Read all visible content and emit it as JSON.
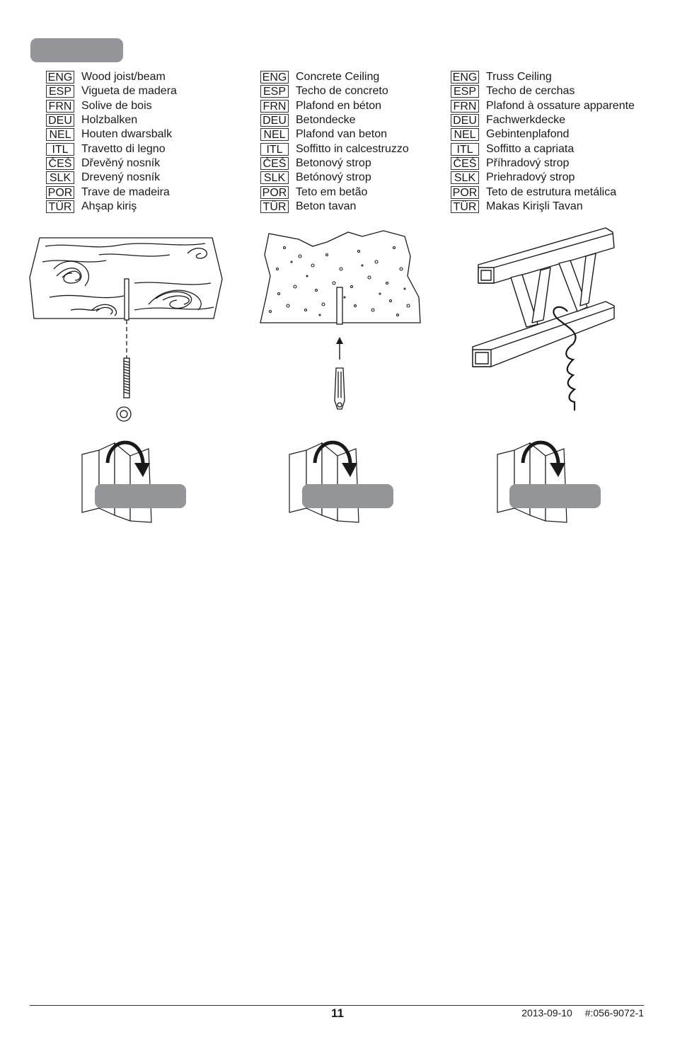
{
  "columns": [
    {
      "id": "wood",
      "items": [
        {
          "code": "ENG",
          "text": "Wood joist/beam"
        },
        {
          "code": "ESP",
          "text": "Vigueta de madera"
        },
        {
          "code": "FRN",
          "text": "Solive de bois"
        },
        {
          "code": "DEU",
          "text": "Holzbalken"
        },
        {
          "code": "NEL",
          "text": "Houten dwarsbalk"
        },
        {
          "code": "ITL",
          "text": "Travetto di legno"
        },
        {
          "code": "ČEŠ",
          "text": "Dřevěný nosník"
        },
        {
          "code": "SLK",
          "text": "Drevený nosník"
        },
        {
          "code": "POR",
          "text": "Trave de madeira"
        },
        {
          "code": "TÜR",
          "text": "Ahşap kiriş"
        }
      ]
    },
    {
      "id": "concrete",
      "items": [
        {
          "code": "ENG",
          "text": "Concrete Ceiling"
        },
        {
          "code": "ESP",
          "text": "Techo de concreto"
        },
        {
          "code": "FRN",
          "text": "Plafond en béton"
        },
        {
          "code": "DEU",
          "text": "Betondecke"
        },
        {
          "code": "NEL",
          "text": "Plafond van beton"
        },
        {
          "code": "ITL",
          "text": "Soffitto in calcestruzzo"
        },
        {
          "code": "ČEŠ",
          "text": "Betonový strop"
        },
        {
          "code": "SLK",
          "text": "Betónový strop"
        },
        {
          "code": "POR",
          "text": "Teto em betão"
        },
        {
          "code": "TÜR",
          "text": "Beton tavan"
        }
      ]
    },
    {
      "id": "truss",
      "items": [
        {
          "code": "ENG",
          "text": "Truss Ceiling"
        },
        {
          "code": "ESP",
          "text": "Techo de cerchas"
        },
        {
          "code": "FRN",
          "text": "Plafond à ossature apparente"
        },
        {
          "code": "DEU",
          "text": "Fachwerkdecke"
        },
        {
          "code": "NEL",
          "text": "Gebintenplafond"
        },
        {
          "code": "ITL",
          "text": "Soffitto a capriata"
        },
        {
          "code": "ČEŠ",
          "text": "Příhradový strop"
        },
        {
          "code": "SLK",
          "text": "Priehradový strop"
        },
        {
          "code": "POR",
          "text": "Teto de estrutura metálica"
        },
        {
          "code": "TÜR",
          "text": "Makas Kirişli Tavan"
        }
      ]
    }
  ],
  "footer": {
    "page_number": "11",
    "date": "2013-09-10",
    "doc_id": "#:056-9072-1"
  },
  "colors": {
    "pill": "#939598",
    "line": "#1a1a1a"
  }
}
